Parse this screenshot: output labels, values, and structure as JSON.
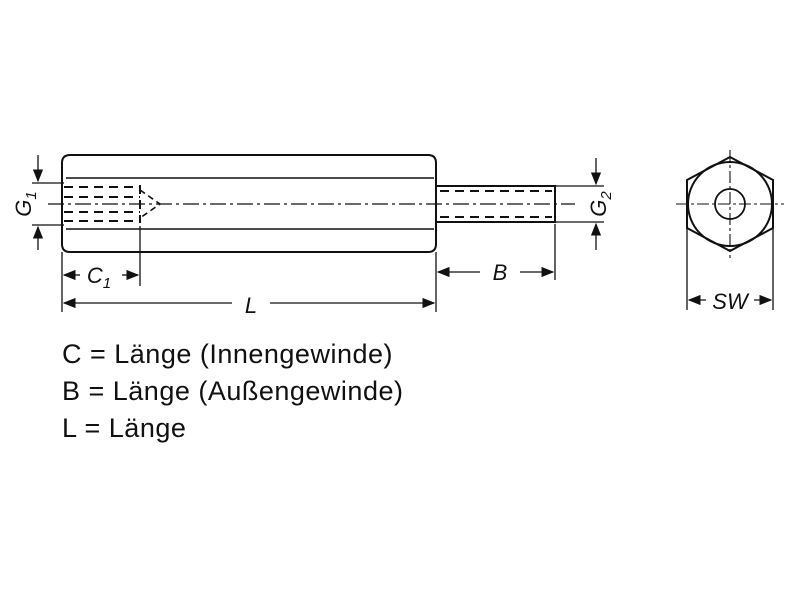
{
  "labels": {
    "g1": "G",
    "g1_sub": "1",
    "g2": "G",
    "g2_sub": "2",
    "c1": "C",
    "c1_sub": "1",
    "b": "B",
    "l": "L",
    "sw": "SW"
  },
  "legend": [
    "C = Länge (Innengewinde)",
    "B = Länge (Außengewinde)",
    "L = Länge"
  ]
}
